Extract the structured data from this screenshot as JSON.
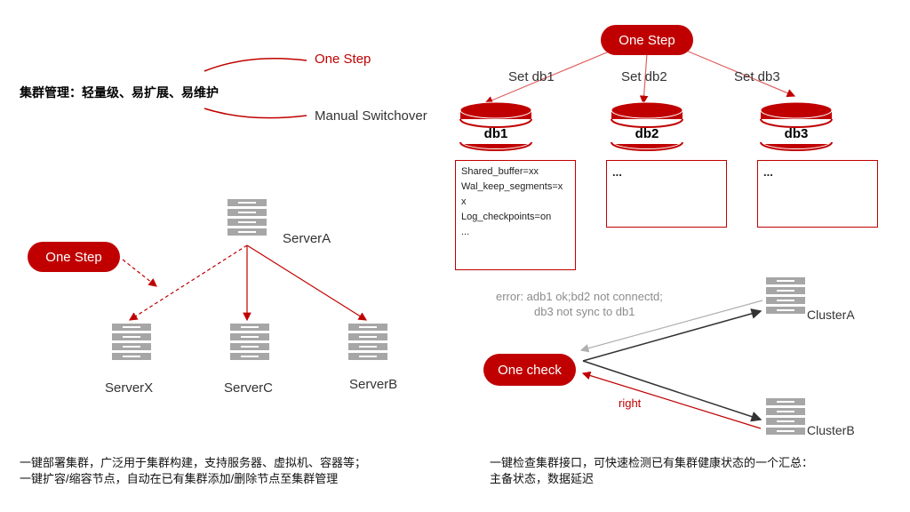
{
  "top_left": {
    "title": "集群管理：轻量级、易扩展、易维护",
    "branch1": "One Step",
    "branch2": "Manual Switchover"
  },
  "bottom_left": {
    "one_step": "One Step",
    "server_a": "ServerA",
    "server_x": "ServerX",
    "server_c": "ServerC",
    "server_b": "ServerB",
    "caption_line1": "一键部署集群，广泛用于集群构建，支持服务器、虚拟机、容器等；",
    "caption_line2": "一键扩容/缩容节点，自动在已有集群添加/删除节点至集群管理"
  },
  "top_right": {
    "one_step": "One Step",
    "set1": "Set db1",
    "set2": "Set db2",
    "set3": "Set db3",
    "db1": "db1",
    "db2": "db2",
    "db3": "db3",
    "note1_line1": "Shared_buffer=xx",
    "note1_line2": "Wal_keep_segments=x",
    "note1_line3": "x",
    "note1_line4": "Log_checkpoints=on",
    "note1_line5": "...",
    "note2": "...",
    "note3": "..."
  },
  "bottom_right": {
    "error_line1": "error:  adb1 ok;bd2 not connectd;",
    "error_line2": "db3  not sync to db1",
    "one_check": "One check",
    "cluster_a": "ClusterA",
    "cluster_b": "ClusterB",
    "right_label": "right",
    "caption_line1": "一键检查集群接口，可快速检测已有集群健康状态的一个汇总：",
    "caption_line2": "主备状态，数据延迟"
  },
  "colors": {
    "accent": "#c00000",
    "gray": "#a6a6a6"
  }
}
